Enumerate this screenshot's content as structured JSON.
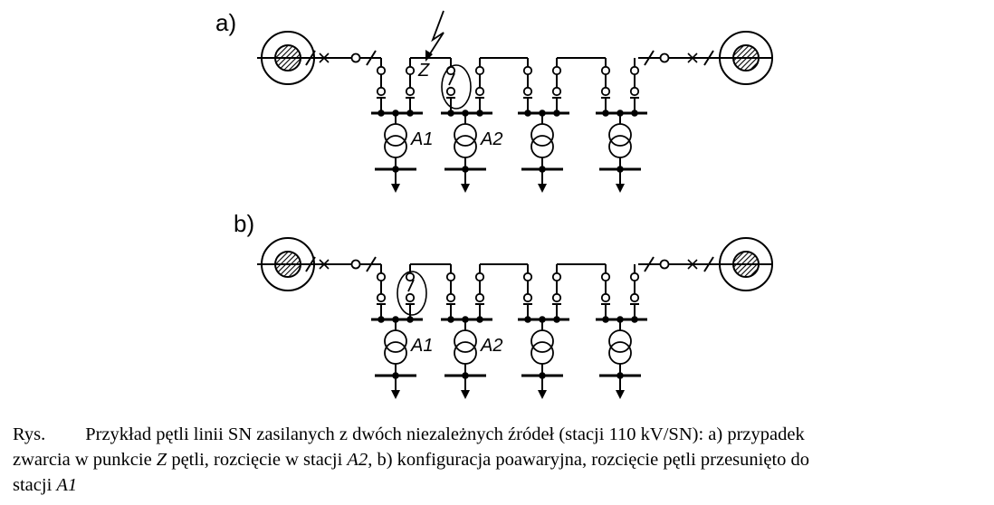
{
  "panels": [
    {
      "id": "a",
      "label": "a)",
      "fault_label": "Z",
      "station_labels": [
        "A1",
        "A2",
        "",
        ""
      ],
      "open_point_station": 2
    },
    {
      "id": "b",
      "label": "b)",
      "station_labels": [
        "A1",
        "A2",
        "",
        ""
      ],
      "open_point_station": 1
    }
  ],
  "caption": {
    "prefix": "Rys.",
    "line1": "Przykład pętli linii SN zasilanych z dwóch niezależnych źródeł (stacji 110 kV/SN): a) przypadek",
    "line2_a": "zwarcia w punkcie ",
    "line2_z": "Z",
    "line2_b": " pętli, rozcięcie w stacji ",
    "line2_a2": "A2",
    "line2_c": ", b) konfiguracja poawaryjna, rozcięcie pętli przesunięto do",
    "line3_a": "stacji  ",
    "line3_a1": "A1"
  }
}
